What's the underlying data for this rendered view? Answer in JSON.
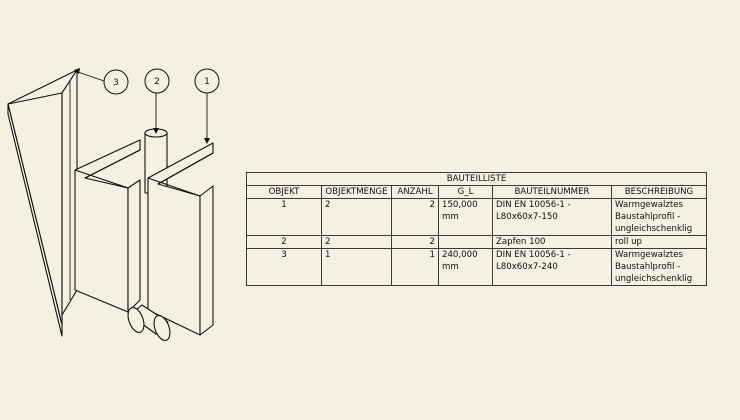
{
  "balloons": [
    "3",
    "2",
    "1"
  ],
  "table": {
    "title": "BAUTEILLISTE",
    "headers": [
      "OBJEKT",
      "OBJEKTMENGE",
      "ANZAHL",
      "G_L",
      "BAUTEILNUMMER",
      "BESCHREIBUNG"
    ],
    "rows": [
      {
        "objekt": "1",
        "objektmenge": "2",
        "anzahl": "2",
        "gl": [
          "150,000",
          "mm"
        ],
        "bauteilnummer": [
          "DIN EN 10056-1 -",
          "L80x60x7-150"
        ],
        "beschreibung": [
          "Warmgewalztes",
          "Baustahlprofil -",
          "ungleichschenklig"
        ]
      },
      {
        "objekt": "2",
        "objektmenge": "2",
        "anzahl": "2",
        "gl": [
          ""
        ],
        "bauteilnummer": [
          "Zapfen 100"
        ],
        "beschreibung": [
          "roll up"
        ]
      },
      {
        "objekt": "3",
        "objektmenge": "1",
        "anzahl": "1",
        "gl": [
          "240,000",
          "mm"
        ],
        "bauteilnummer": [
          "DIN EN 10056-1 -",
          "L80x60x7-240"
        ],
        "beschreibung": [
          "Warmgewalztes",
          "Baustahlprofil -",
          "ungleichschenklig"
        ]
      }
    ]
  },
  "colors": {
    "background": "#f3f1e2",
    "face": "#f3f1e2",
    "line": "#111111"
  }
}
